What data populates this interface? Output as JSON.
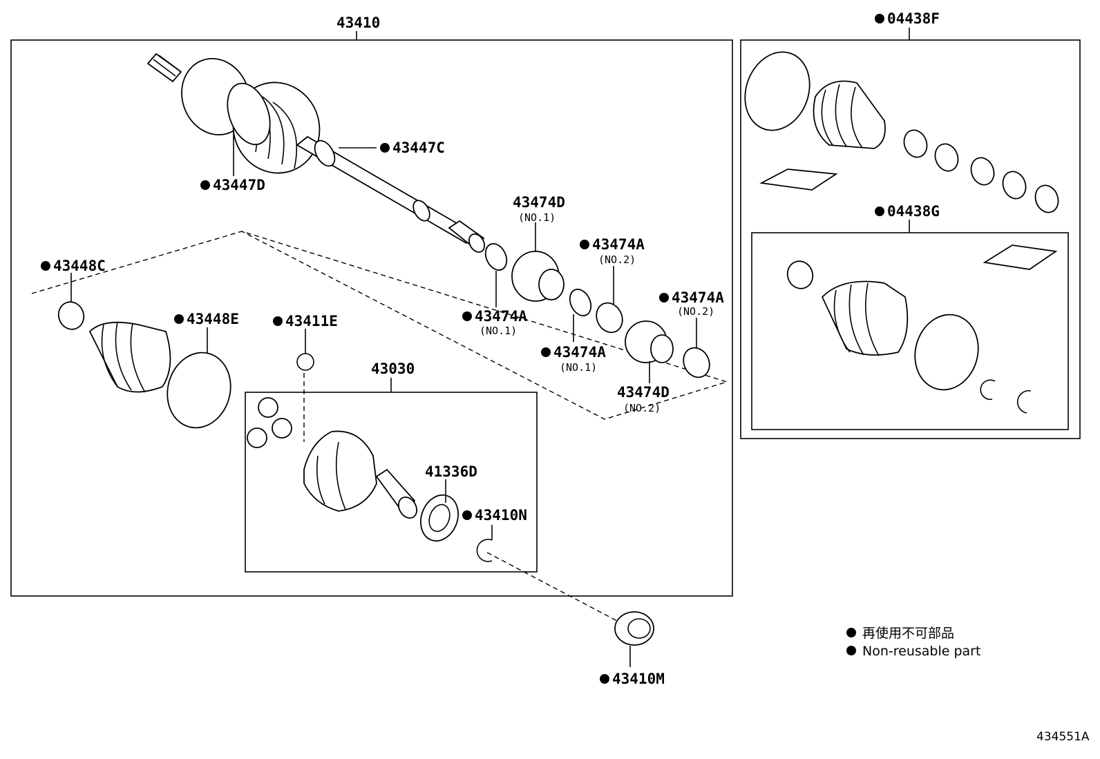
{
  "groups": {
    "shaft_assembly": "43410",
    "boot_kit_f": "04438F",
    "boot_kit_g": "04438G",
    "inboard_joint": "43030"
  },
  "callouts": {
    "c_43447C": "43447C",
    "c_43447D": "43447D",
    "c_43474D_1": "43474D",
    "c_43474D_1_sub": "(NO.1)",
    "c_43474A_2a": "43474A",
    "c_43474A_2a_sub": "(NO.2)",
    "c_43474A_1a": "43474A",
    "c_43474A_1a_sub": "(NO.1)",
    "c_43474A_1b": "43474A",
    "c_43474A_1b_sub": "(NO.1)",
    "c_43474A_2b": "43474A",
    "c_43474A_2b_sub": "(NO.2)",
    "c_43474D_2": "43474D",
    "c_43474D_2_sub": "(NO.2)",
    "c_43448C": "43448C",
    "c_43448E": "43448E",
    "c_43411E": "43411E",
    "c_41336D": "41336D",
    "c_43410N": "43410N",
    "c_43410M": "43410M"
  },
  "legend": {
    "line_ja": "再使用不可部品",
    "line_en": "Non-reusable part"
  },
  "illustration_code": "434551A"
}
